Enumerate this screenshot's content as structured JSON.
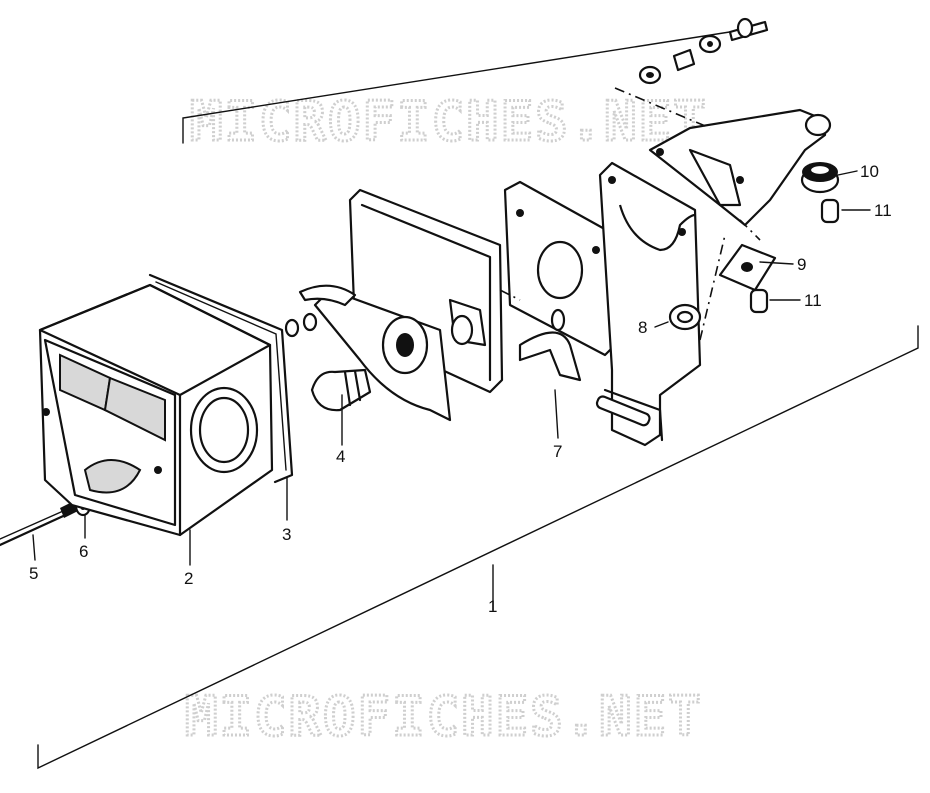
{
  "watermark": "MICROFICHES.NET",
  "callouts": {
    "c1": "1",
    "c2": "2",
    "c3": "3",
    "c4": "4",
    "c5": "5",
    "c6": "6",
    "c7": "7",
    "c8": "8",
    "c9": "9",
    "c10": "10",
    "c11a": "11",
    "c11b": "11"
  }
}
